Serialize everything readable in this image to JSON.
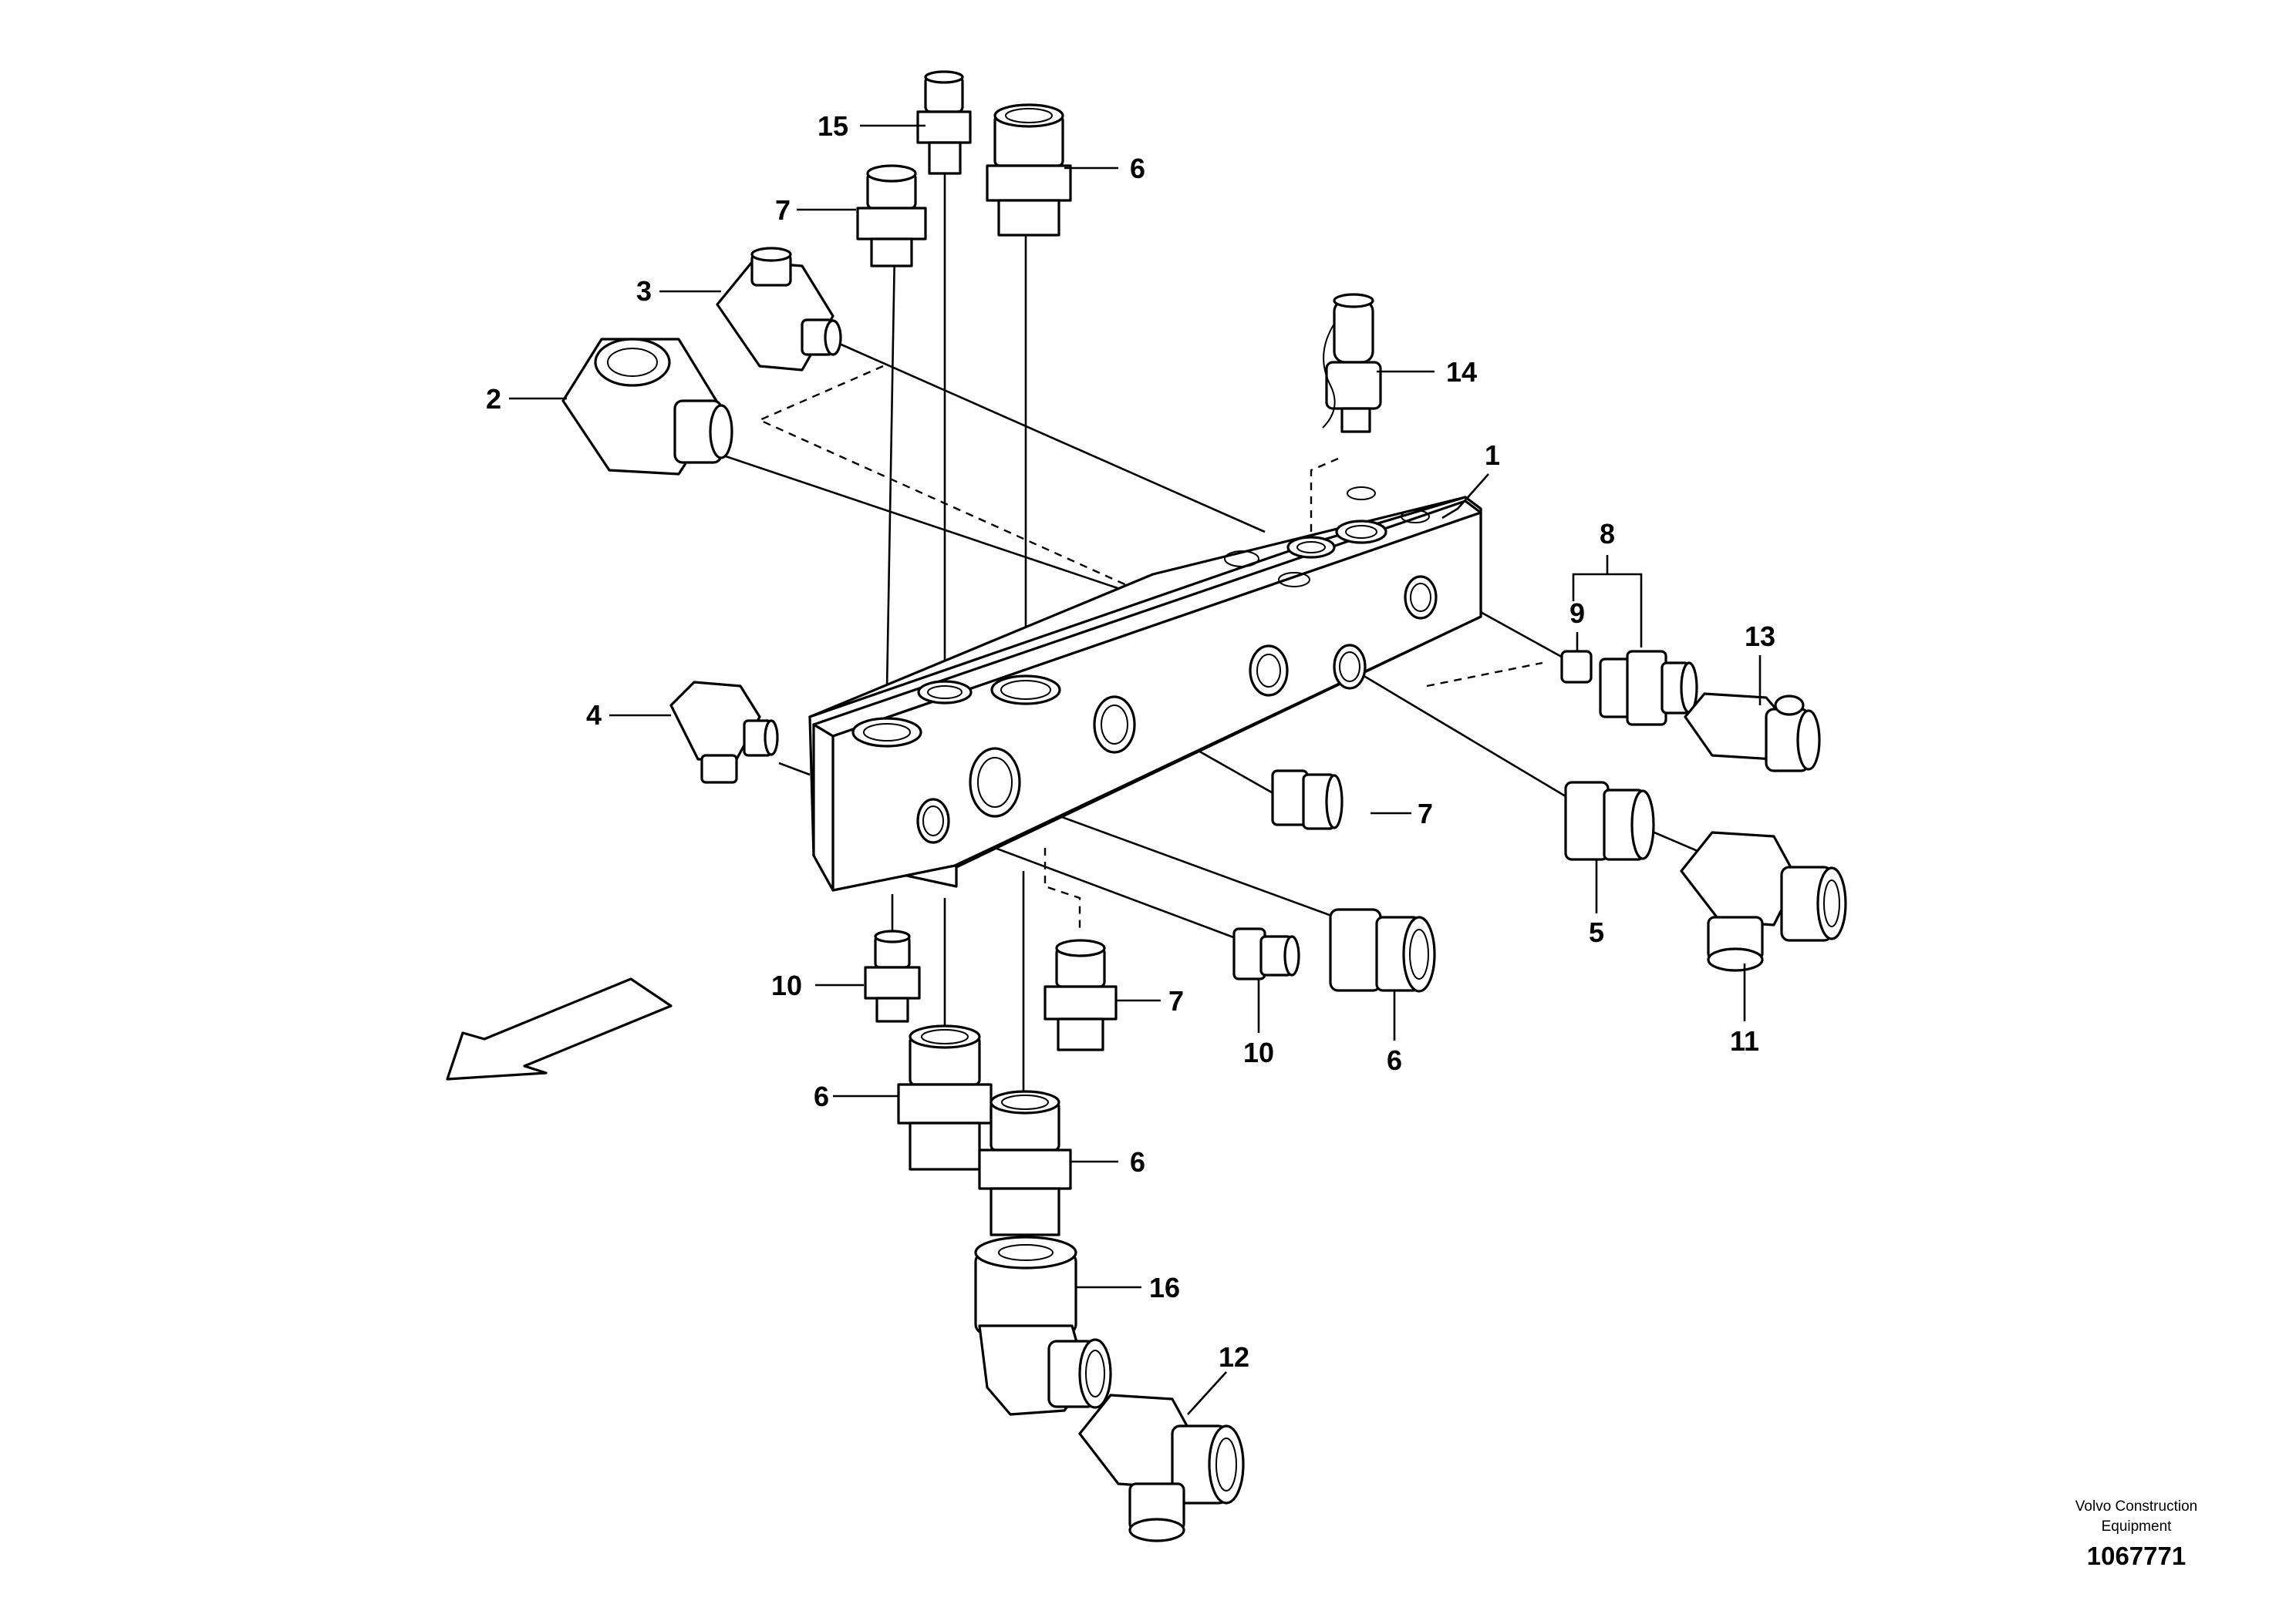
{
  "callouts": [
    {
      "id": "c1",
      "text": "1"
    },
    {
      "id": "c2",
      "text": "2"
    },
    {
      "id": "c3",
      "text": "3"
    },
    {
      "id": "c4",
      "text": "4"
    },
    {
      "id": "c5",
      "text": "5"
    },
    {
      "id": "c6a",
      "text": "6"
    },
    {
      "id": "c6b",
      "text": "6"
    },
    {
      "id": "c6c",
      "text": "6"
    },
    {
      "id": "c6d",
      "text": "6"
    },
    {
      "id": "c7a",
      "text": "7"
    },
    {
      "id": "c7b",
      "text": "7"
    },
    {
      "id": "c7c",
      "text": "7"
    },
    {
      "id": "c8",
      "text": "8"
    },
    {
      "id": "c9",
      "text": "9"
    },
    {
      "id": "c10a",
      "text": "10"
    },
    {
      "id": "c10b",
      "text": "10"
    },
    {
      "id": "c11",
      "text": "11"
    },
    {
      "id": "c12",
      "text": "12"
    },
    {
      "id": "c13",
      "text": "13"
    },
    {
      "id": "c14",
      "text": "14"
    },
    {
      "id": "c15",
      "text": "15"
    },
    {
      "id": "c16",
      "text": "16"
    }
  ],
  "credit": {
    "line1": "Volvo Construction",
    "line2": "Equipment"
  },
  "doc_number": "1067771"
}
